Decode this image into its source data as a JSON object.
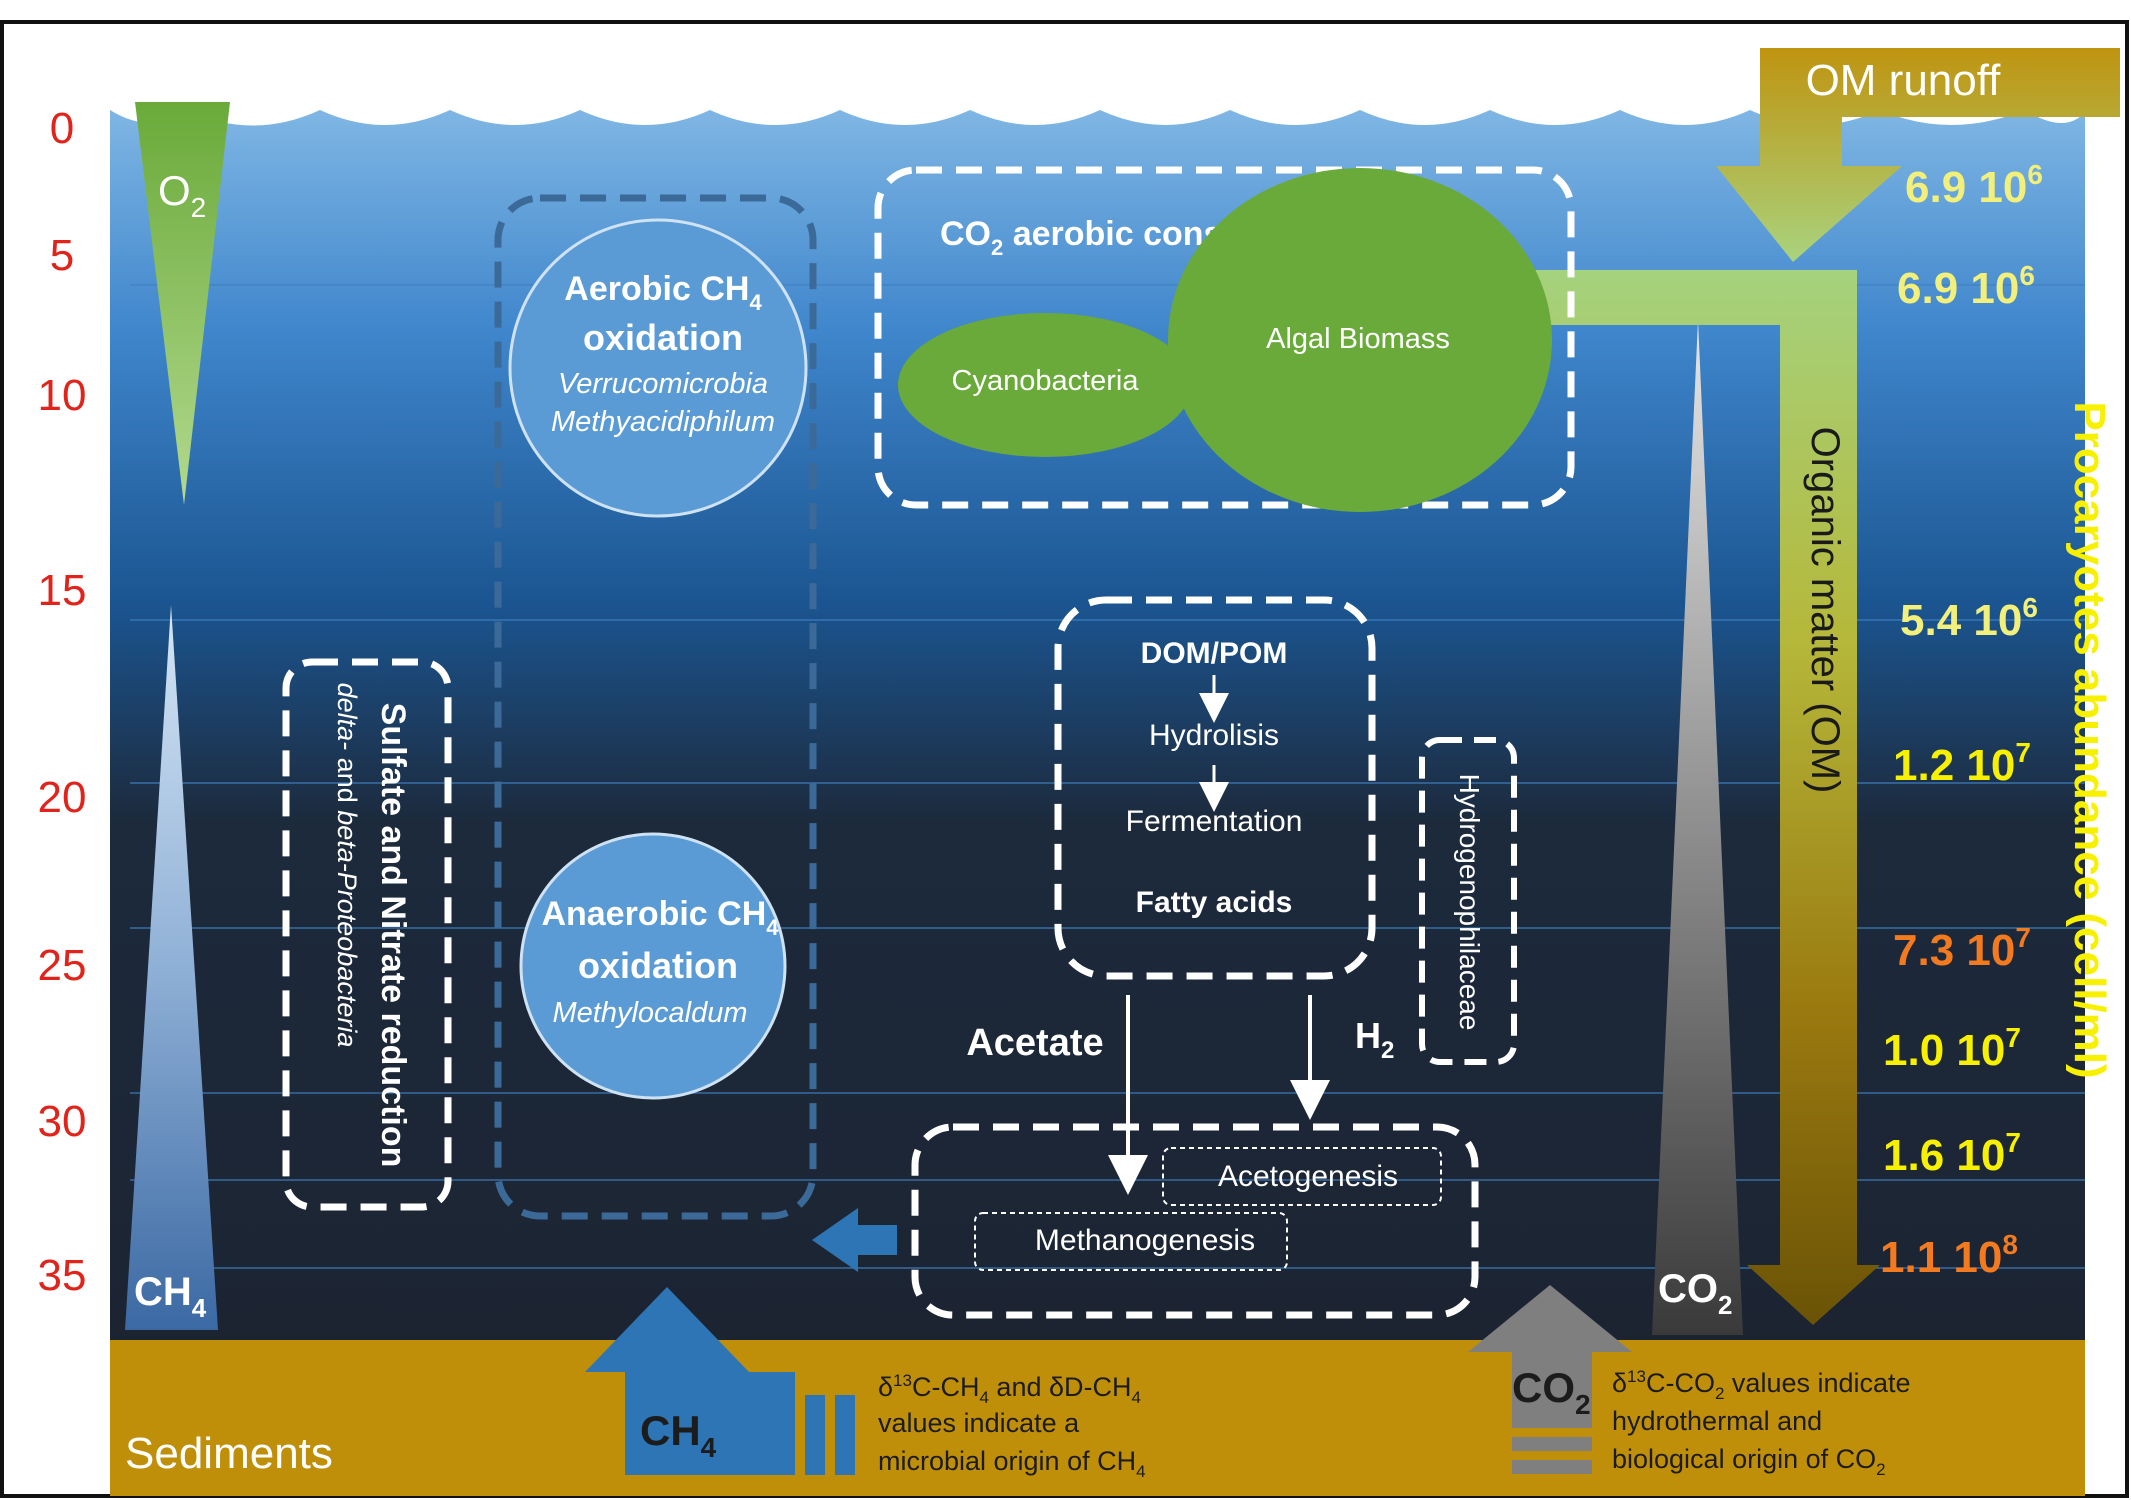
{
  "depth_axis": {
    "ticks": [
      "0",
      "5",
      "10",
      "15",
      "20",
      "25",
      "30",
      "35"
    ],
    "color": "#e0241b"
  },
  "gradients": {
    "o2": {
      "main": "O",
      "sub": "2"
    },
    "ch4": {
      "main": "CH",
      "sub": "4"
    },
    "co2": {
      "main": "CO",
      "sub": "2"
    }
  },
  "arrows": {
    "om_runoff": "OM runoff",
    "organic_matter": "Organic matter (OM)"
  },
  "abundance": {
    "axis_label": "Procaryotes abundance (cell/ml)",
    "values": [
      {
        "mantissa": "6.9",
        "base": "10",
        "exp": "6",
        "color": "#f2ef7a"
      },
      {
        "mantissa": "6.9",
        "base": "10",
        "exp": "6",
        "color": "#f2ef7a"
      },
      {
        "mantissa": "5.4",
        "base": "10",
        "exp": "6",
        "color": "#f2ef7a"
      },
      {
        "mantissa": "1.2",
        "base": "10",
        "exp": "7",
        "color": "#f7f000"
      },
      {
        "mantissa": "7.3",
        "base": "10",
        "exp": "7",
        "color": "#f47a1f"
      },
      {
        "mantissa": "1.0",
        "base": "10",
        "exp": "7",
        "color": "#f7f000"
      },
      {
        "mantissa": "1.6",
        "base": "10",
        "exp": "7",
        "color": "#f7f000"
      },
      {
        "mantissa": "1.1",
        "base": "10",
        "exp": "8",
        "color": "#f47a1f"
      }
    ]
  },
  "co2_consumption": {
    "title_main": "CO",
    "title_sub": "2",
    "title_rest": " aerobic consumption",
    "cyanobacteria": "Cyanobacteria",
    "algal_biomass": "Algal Biomass"
  },
  "aerobic_oxidation": {
    "line1_main": "Aerobic CH",
    "line1_sub": "4",
    "line2": "oxidation",
    "taxon1": "Verrucomicrobia",
    "taxon2": "Methyacidiphilum"
  },
  "anaerobic_oxidation": {
    "line1_main": "Anaerobic CH",
    "line1_sub": "4",
    "line2": "oxidation",
    "taxon": "Methylocaldum"
  },
  "sulfate_nitrate": {
    "title": "Sulfate and Nitrate reduction",
    "taxon_a": "delta-",
    "taxon_b": " and ",
    "taxon_c": "beta-Proteobacteria"
  },
  "dom_chain": {
    "step1": "DOM/POM",
    "step2": "Hydrolisis",
    "step3": "Fermentation",
    "step4": "Fatty acids"
  },
  "hydrogenophilaceae": "Hydrogenophilaceae",
  "acetate": "Acetate",
  "h2": {
    "main": "H",
    "sub": "2"
  },
  "methane_processes": {
    "acetogenesis": "Acetogenesis",
    "methanogenesis": "Methanogenesis"
  },
  "sediments": {
    "label": "Sediments",
    "ch4_arrow": {
      "main": "CH",
      "sub": "4"
    },
    "co2_arrow": {
      "main": "CO",
      "sub": "2"
    },
    "ch4_note": {
      "line1_a": "δ",
      "line1_b": "13",
      "line1_c": "C-CH",
      "line1_d": "4",
      "line1_e": " and δD-CH",
      "line1_f": "4",
      "line2": "values indicate a",
      "line3_a": "microbial origin of CH",
      "line3_b": "4"
    },
    "co2_note": {
      "line1_a": "δ",
      "line1_b": "13",
      "line1_c": "C-CO",
      "line1_d": "2",
      "line1_e": " values indicate",
      "line2": "hydrothermal and",
      "line3_a": "biological origin of CO",
      "line3_b": "2"
    }
  },
  "colors": {
    "sediment": "#c08f0a",
    "green": "#6aaa3a",
    "light_green": "#a6d27a",
    "blue_circle": "#5b9bd5",
    "blue_arrow": "#2e75b6",
    "gray_arrow": "#7f7f7f",
    "yellow": "#f7f000",
    "orange": "#f47a1f"
  }
}
